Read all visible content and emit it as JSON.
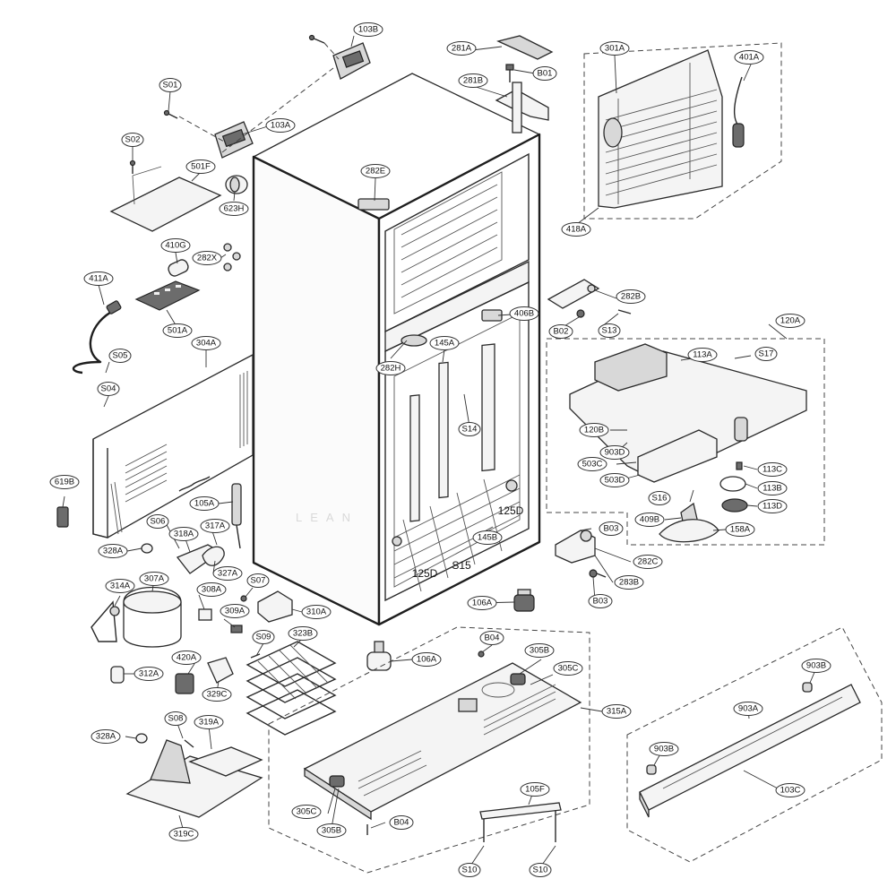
{
  "watermark": "LEAN",
  "callouts": {
    "c103B": "103B",
    "cS01": "S01",
    "c103A": "103A",
    "cS02": "S02",
    "c501F": "501F",
    "c623H": "623H",
    "c282E": "282E",
    "c281A": "281A",
    "cB01a": "B01",
    "c281B": "281B",
    "c301A": "301A",
    "c401A": "401A",
    "c418A": "418A",
    "c410G": "410G",
    "c282X": "282X",
    "c411A": "411A",
    "c501A": "501A",
    "c282B": "282B",
    "c406B": "406B",
    "cB02": "B02",
    "cS13": "S13",
    "c120A": "120A",
    "c304A": "304A",
    "cS05": "S05",
    "cS04": "S04",
    "c145A": "145A",
    "c282H": "282H",
    "c113A": "113A",
    "cS17": "S17",
    "c120B": "120B",
    "c903D": "903D",
    "c503C": "503C",
    "c503D": "503D",
    "c113C": "113C",
    "c113B": "113B",
    "c113D": "113D",
    "cS16": "S16",
    "c409B": "409B",
    "c158A": "158A",
    "cS14": "S14",
    "c619B": "619B",
    "c105A": "105A",
    "cS06": "S06",
    "c317A": "317A",
    "c318A": "318A",
    "cB03a": "B03",
    "c282C": "282C",
    "c283B": "283B",
    "cB03b": "B03",
    "c145B": "145B",
    "c328Aa": "328A",
    "c327A": "327A",
    "c314A": "314A",
    "c307A": "307A",
    "c308A": "308A",
    "cS07": "S07",
    "c310A": "310A",
    "c309A": "309A",
    "c106Aa": "106A",
    "c106Ab": "106A",
    "cB04a": "B04",
    "c305Ba": "305B",
    "c305Ca": "305C",
    "cS09": "S09",
    "c323B": "323B",
    "c420A": "420A",
    "c312A": "312A",
    "c329C": "329C",
    "c315A": "315A",
    "c903Ba": "903B",
    "c903A": "903A",
    "c903Bb": "903B",
    "c103C": "103C",
    "c328Ab": "328A",
    "cS08": "S08",
    "c319A": "319A",
    "c319C": "319C",
    "c305Cb": "305C",
    "c305Bb": "305B",
    "cB04b": "B04",
    "c105F": "105F",
    "cS10a": "S10",
    "cS10b": "S10"
  },
  "free_labels": {
    "l125Da": "125D",
    "l125Db": "125D",
    "lS15": "S15"
  }
}
